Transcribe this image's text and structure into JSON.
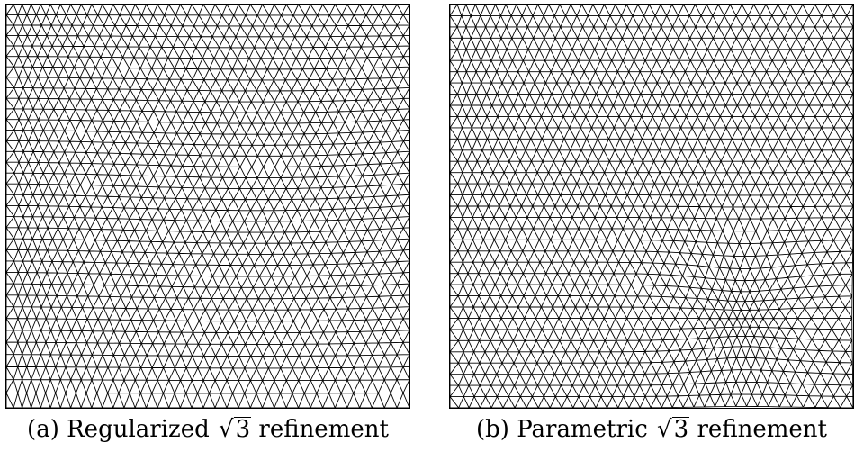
{
  "panels": [
    {
      "id": "a",
      "caption": {
        "label": "(a)",
        "before": "Regularized",
        "radical": "√",
        "radicand": "3",
        "after": "refinement"
      },
      "mesh": {
        "kind": "regularized",
        "subdivisions": 36,
        "line_color": "#000000"
      }
    },
    {
      "id": "b",
      "caption": {
        "label": "(b)",
        "before": "Parametric",
        "radical": "√",
        "radicand": "3",
        "after": "refinement"
      },
      "mesh": {
        "kind": "parametric",
        "subdivisions": 36,
        "line_color": "#000000"
      }
    }
  ]
}
